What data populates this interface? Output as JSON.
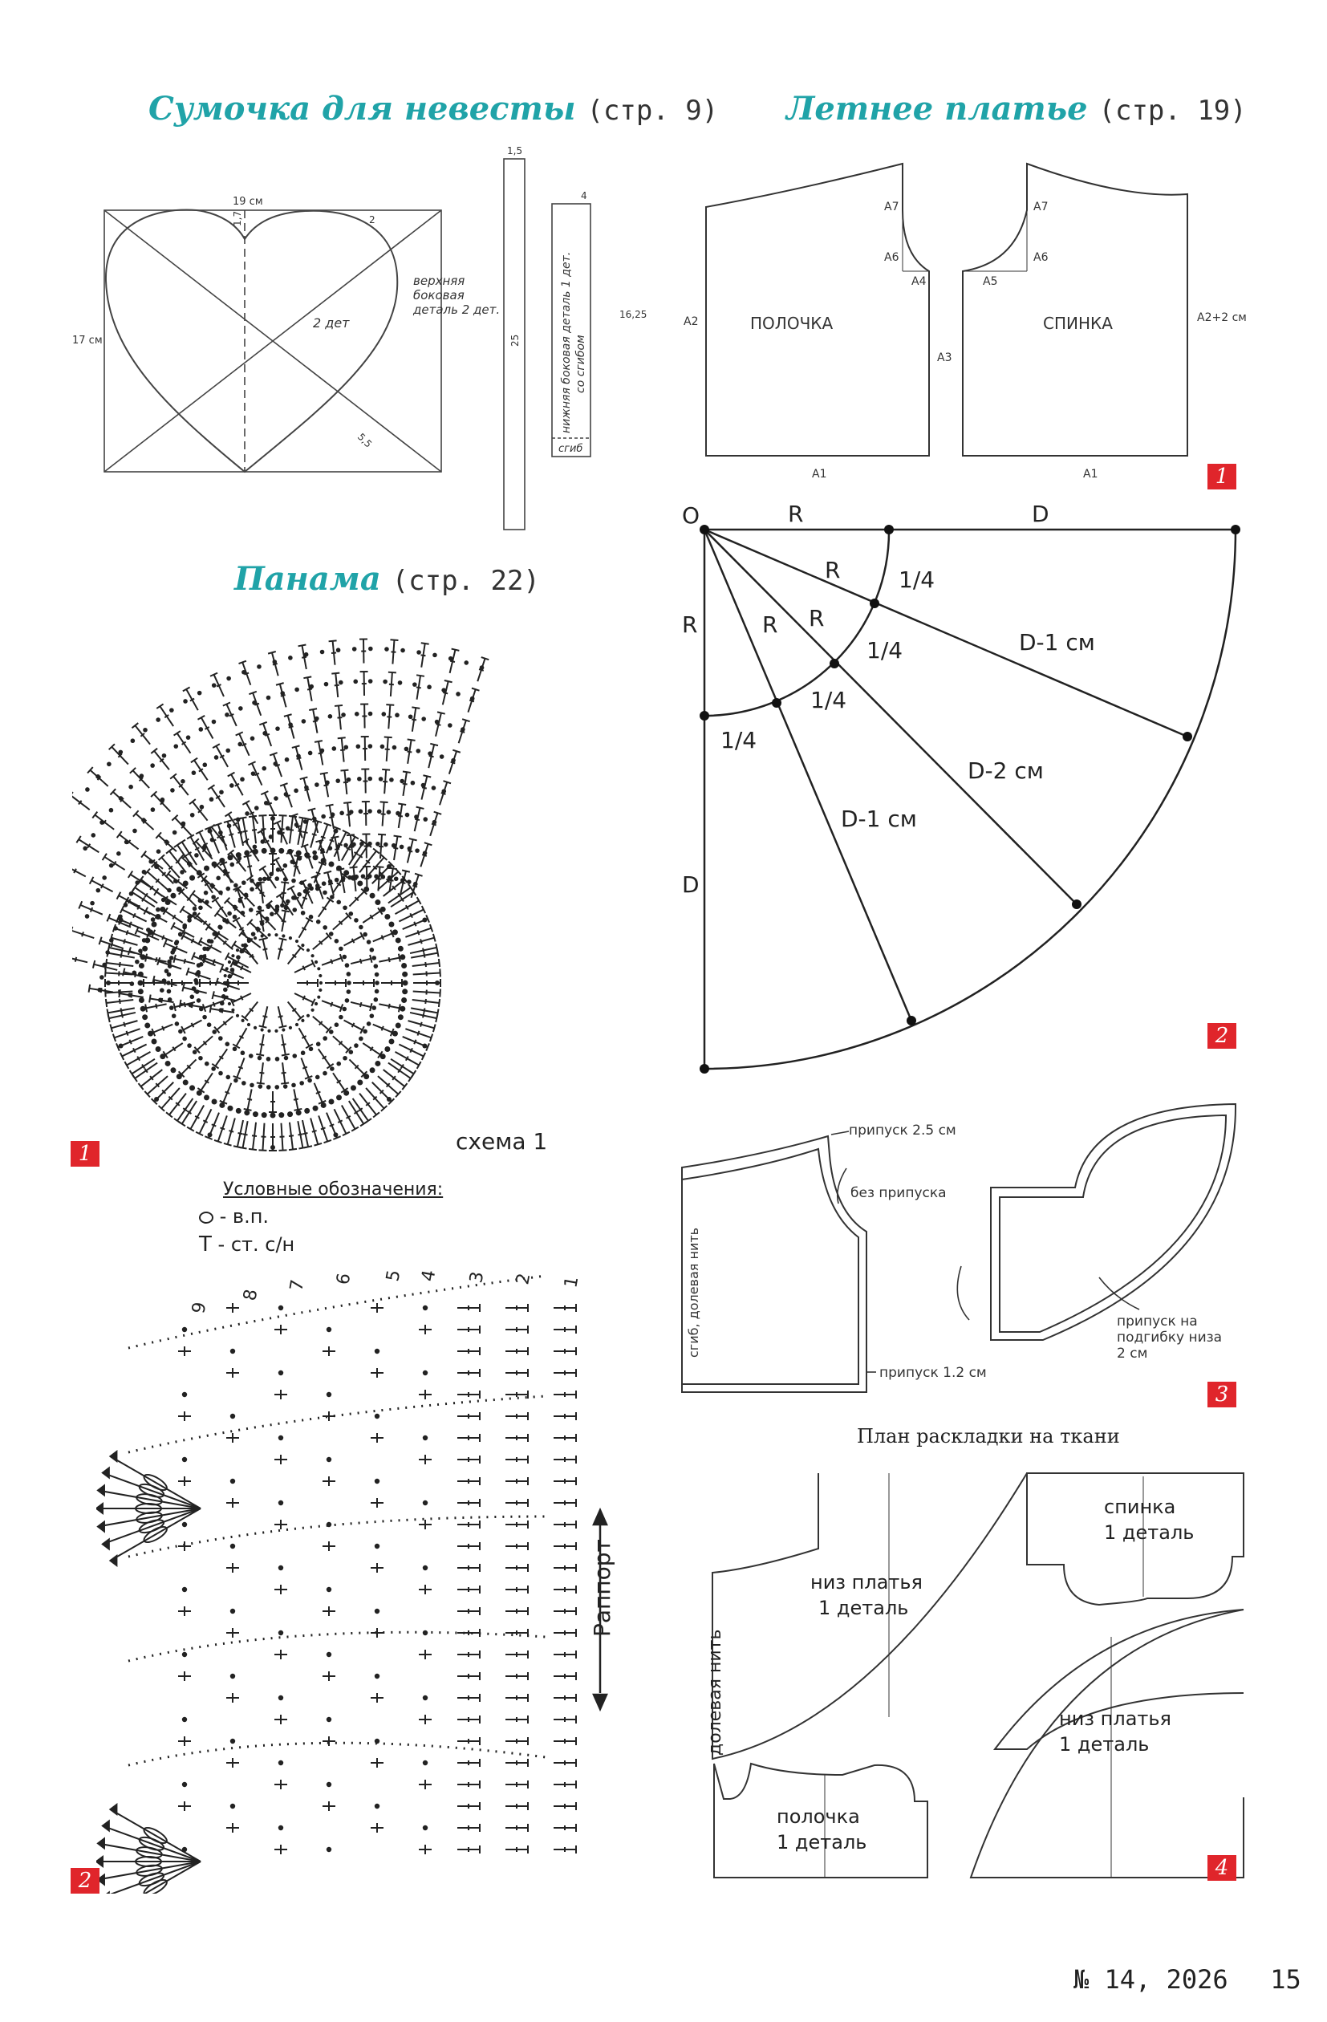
{
  "bag": {
    "title": "Сумочка для невесты",
    "page_ref": "(стр. 9)",
    "dim_width": "19 см",
    "dim_height": "17 см",
    "dim_top_center": "1,7",
    "dim_top_right": "2",
    "dim_diag": "5,5",
    "heart_label": "2 дет",
    "upper_side_label": [
      "верхняя",
      "боковая",
      "деталь 2 дет."
    ],
    "strip_width": "1,5",
    "strip_length": "25",
    "lower_width": "4",
    "lower_height": "16,25",
    "lower_label": "нижняя боковая деталь 1 дет.",
    "lower_label2": "со сгибом",
    "fold": "сгиб"
  },
  "dress": {
    "title": "Летнее платье",
    "page_ref": "(стр. 19)",
    "front_label": "ПОЛОЧКА",
    "back_label": "СПИНКА",
    "points": {
      "a1": "A1",
      "a2": "A2",
      "a3": "A3",
      "a4": "A4",
      "a5": "A5",
      "a6": "A6",
      "a7": "A7",
      "a2plus": "A2+2 см"
    },
    "fig1": "1",
    "skirt": {
      "o": "O",
      "r": "R",
      "d": "D",
      "quarter": "1/4",
      "d_minus_1": "D-1 см",
      "d_minus_2": "D-2 см"
    },
    "fig2": "2",
    "allowance_25": "припуск 2.5 см",
    "no_allowance": "без припуска",
    "fold_grain": "сгиб, долевая нить",
    "allowance_12": "припуск 1.2 см",
    "hem_allowance": [
      "припуск на",
      "подгибку низа",
      "2 см"
    ],
    "fig3": "3",
    "layout_title": "План раскладки на ткани",
    "grain": "долевая нить",
    "skirt_piece": [
      "низ платья",
      "1 деталь"
    ],
    "back_piece": [
      "спинка",
      "1 деталь"
    ],
    "front_piece": [
      "полочка",
      "1 деталь"
    ],
    "fig4": "4"
  },
  "hat": {
    "title": "Панама",
    "page_ref": "(стр. 22)",
    "scheme_label": "схема 1",
    "fig1": "1",
    "legend_title": "Условные обозначения:",
    "legend_ch": "- в.п.",
    "legend_dc": "- ст. с/н",
    "row_numbers": [
      "9",
      "8",
      "7",
      "6",
      "5",
      "4",
      "3",
      "2",
      "1"
    ],
    "repeat": "Раппорт",
    "fig2": "2"
  },
  "footer": {
    "issue": "№ 14, 2026",
    "page": "15"
  }
}
